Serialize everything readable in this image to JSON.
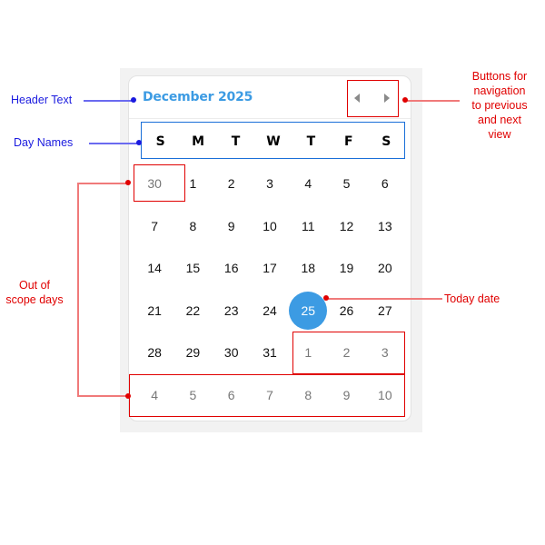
{
  "calendar": {
    "header_title": "December 2025",
    "nav": {
      "prev_icon": "chevron-left-icon",
      "next_icon": "chevron-right-icon"
    },
    "day_names": [
      "S",
      "M",
      "T",
      "W",
      "T",
      "F",
      "S"
    ],
    "weeks": [
      [
        {
          "d": "30",
          "out": true
        },
        {
          "d": "1"
        },
        {
          "d": "2"
        },
        {
          "d": "3"
        },
        {
          "d": "4"
        },
        {
          "d": "5"
        },
        {
          "d": "6"
        }
      ],
      [
        {
          "d": "7"
        },
        {
          "d": "8"
        },
        {
          "d": "9"
        },
        {
          "d": "10"
        },
        {
          "d": "11"
        },
        {
          "d": "12"
        },
        {
          "d": "13"
        }
      ],
      [
        {
          "d": "14"
        },
        {
          "d": "15"
        },
        {
          "d": "16"
        },
        {
          "d": "17"
        },
        {
          "d": "18"
        },
        {
          "d": "19"
        },
        {
          "d": "20"
        }
      ],
      [
        {
          "d": "21"
        },
        {
          "d": "22"
        },
        {
          "d": "23"
        },
        {
          "d": "24"
        },
        {
          "d": "25",
          "today": true
        },
        {
          "d": "26"
        },
        {
          "d": "27"
        }
      ],
      [
        {
          "d": "28"
        },
        {
          "d": "29"
        },
        {
          "d": "30"
        },
        {
          "d": "31"
        },
        {
          "d": "1",
          "out": true
        },
        {
          "d": "2",
          "out": true
        },
        {
          "d": "3",
          "out": true
        }
      ],
      [
        {
          "d": "4",
          "out": true
        },
        {
          "d": "5",
          "out": true
        },
        {
          "d": "6",
          "out": true
        },
        {
          "d": "7",
          "out": true
        },
        {
          "d": "8",
          "out": true
        },
        {
          "d": "9",
          "out": true
        },
        {
          "d": "10",
          "out": true
        }
      ]
    ],
    "today_color": "#3c9be3",
    "header_color": "#3c9be3"
  },
  "annotations": {
    "header_text": "Header Text",
    "day_names": "Day Names",
    "nav_buttons": [
      "Buttons for",
      "navigation",
      "to previous",
      "and next",
      "view"
    ],
    "out_of_scope": [
      "Out of",
      "scope days"
    ],
    "today_date": "Today date",
    "colors": {
      "blue": "#1a1adf",
      "red": "#e00000"
    }
  }
}
